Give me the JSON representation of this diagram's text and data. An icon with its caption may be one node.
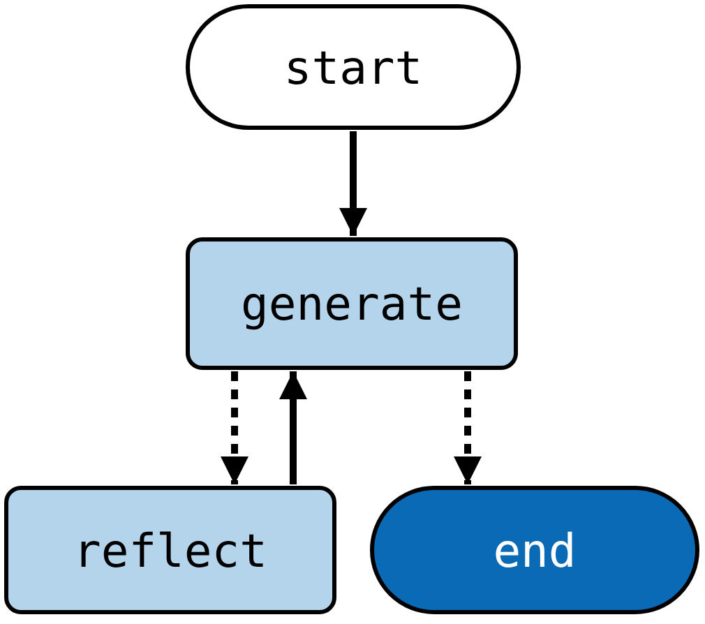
{
  "diagram": {
    "nodes": [
      {
        "text": [
          "start"
        ]
      },
      {
        "text": [
          "generate"
        ]
      },
      {
        "text": [
          "reflect"
        ]
      },
      {
        "text": [
          "end"
        ]
      }
    ],
    "edges": [
      {
        "from": 0,
        "to": 1,
        "arrow": "to"
      },
      {
        "from": 1,
        "to": 2,
        "arrow": "to",
        "style": "dashed"
      },
      {
        "from": 2,
        "to": 1,
        "arrow": "to"
      },
      {
        "from": 1,
        "to": 3,
        "arrow": "to",
        "style": "dashed"
      }
    ]
  }
}
